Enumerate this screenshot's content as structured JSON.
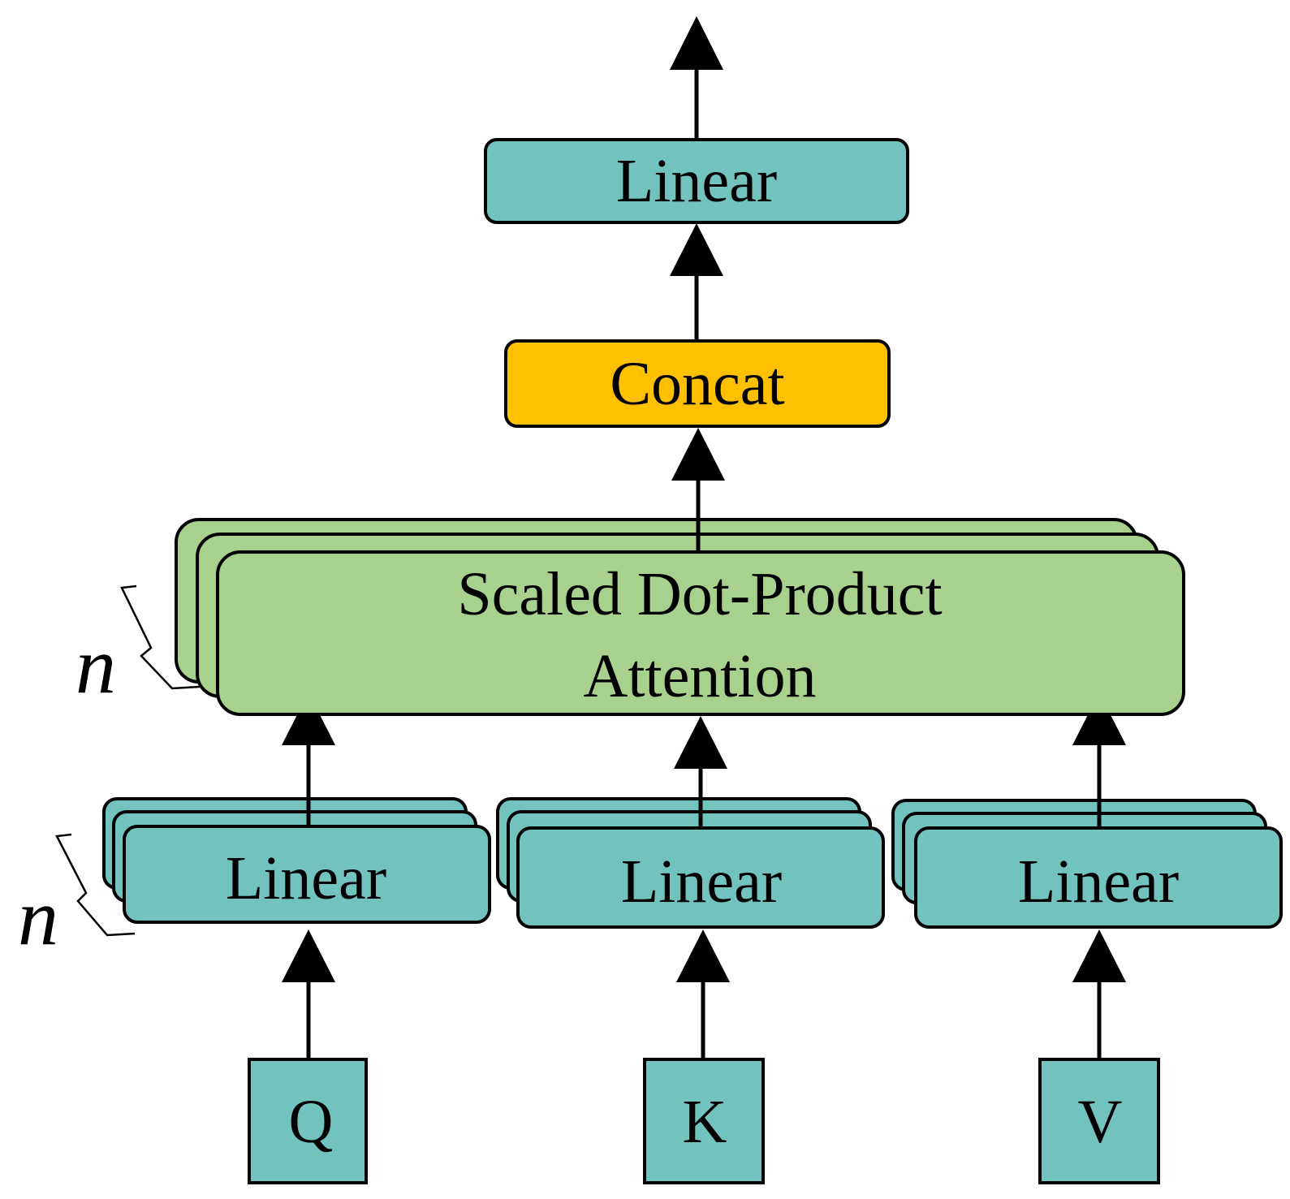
{
  "colors": {
    "linear_fill": "#72c2bd",
    "concat_fill": "#ffc000",
    "attention_fill": "#a9d18e",
    "stroke": "#000000",
    "background": "#ffffff"
  },
  "diagram": {
    "top_linear": {
      "label": "Linear"
    },
    "concat": {
      "label": "Concat"
    },
    "attention": {
      "line1": "Scaled Dot-Product",
      "line2": "Attention"
    },
    "head_count_top": "n",
    "head_count_bottom": "n",
    "linears": [
      {
        "label": "Linear"
      },
      {
        "label": "Linear"
      },
      {
        "label": "Linear"
      }
    ],
    "inputs": [
      {
        "label": "Q"
      },
      {
        "label": "K"
      },
      {
        "label": "V"
      }
    ]
  }
}
